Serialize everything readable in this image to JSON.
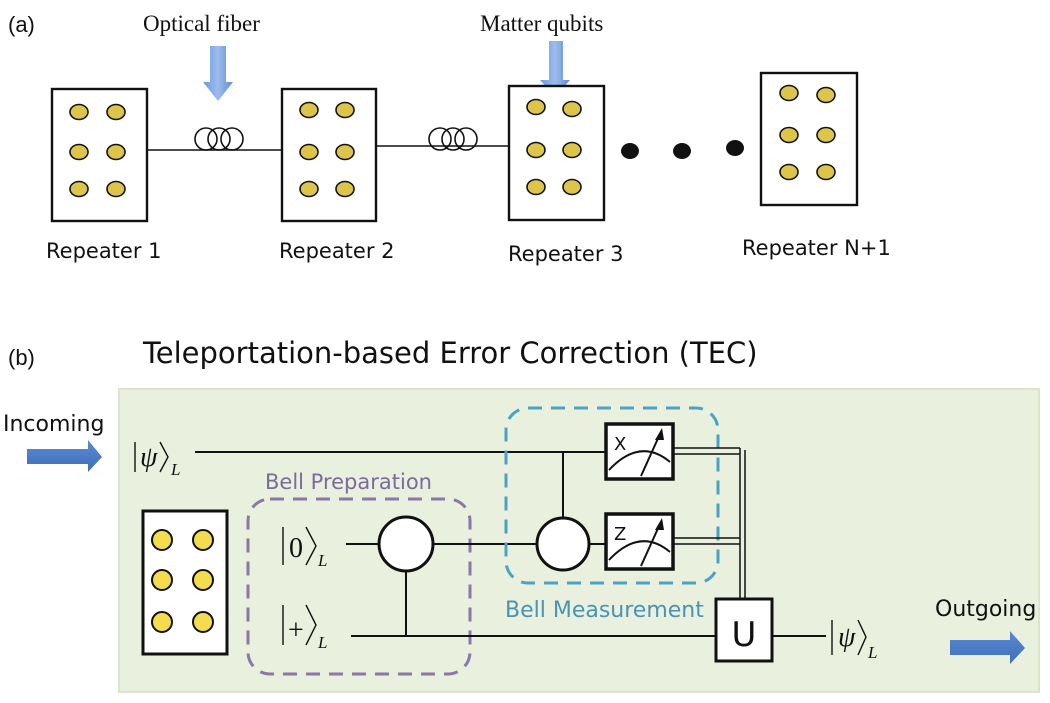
{
  "panel_a": {
    "label": "(a)",
    "annotations": {
      "optical_fiber": "Optical fiber",
      "matter_qubits": "Matter qubits"
    },
    "repeaters": [
      {
        "label": "Repeater 1",
        "qubits": 6
      },
      {
        "label": "Repeater 2",
        "qubits": 6
      },
      {
        "label": "Repeater 3",
        "qubits": 6
      },
      {
        "label": "Repeater N+1",
        "qubits": 6
      }
    ],
    "ellipsis_dots": 3
  },
  "panel_b": {
    "label": "(b)",
    "title": "Teleportation-based Error Correction (TEC)",
    "incoming_label": "Incoming",
    "outgoing_label": "Outgoing",
    "states": {
      "psi_in": "ψ",
      "zero": "0",
      "plus": "+",
      "psi_out": "ψ",
      "subscript": "L"
    },
    "bell_preparation_label": "Bell Preparation",
    "bell_measurement_label": "Bell Measurement",
    "measure_x_label": "X",
    "measure_z_label": "Z",
    "unitary_label": "U",
    "colors": {
      "background": "#e9f0dd",
      "bell_preparation": "#8a78a8",
      "bell_measurement": "#4aa3c4",
      "arrow": "#4f7fc8",
      "qubit": "#e8d34a"
    }
  }
}
